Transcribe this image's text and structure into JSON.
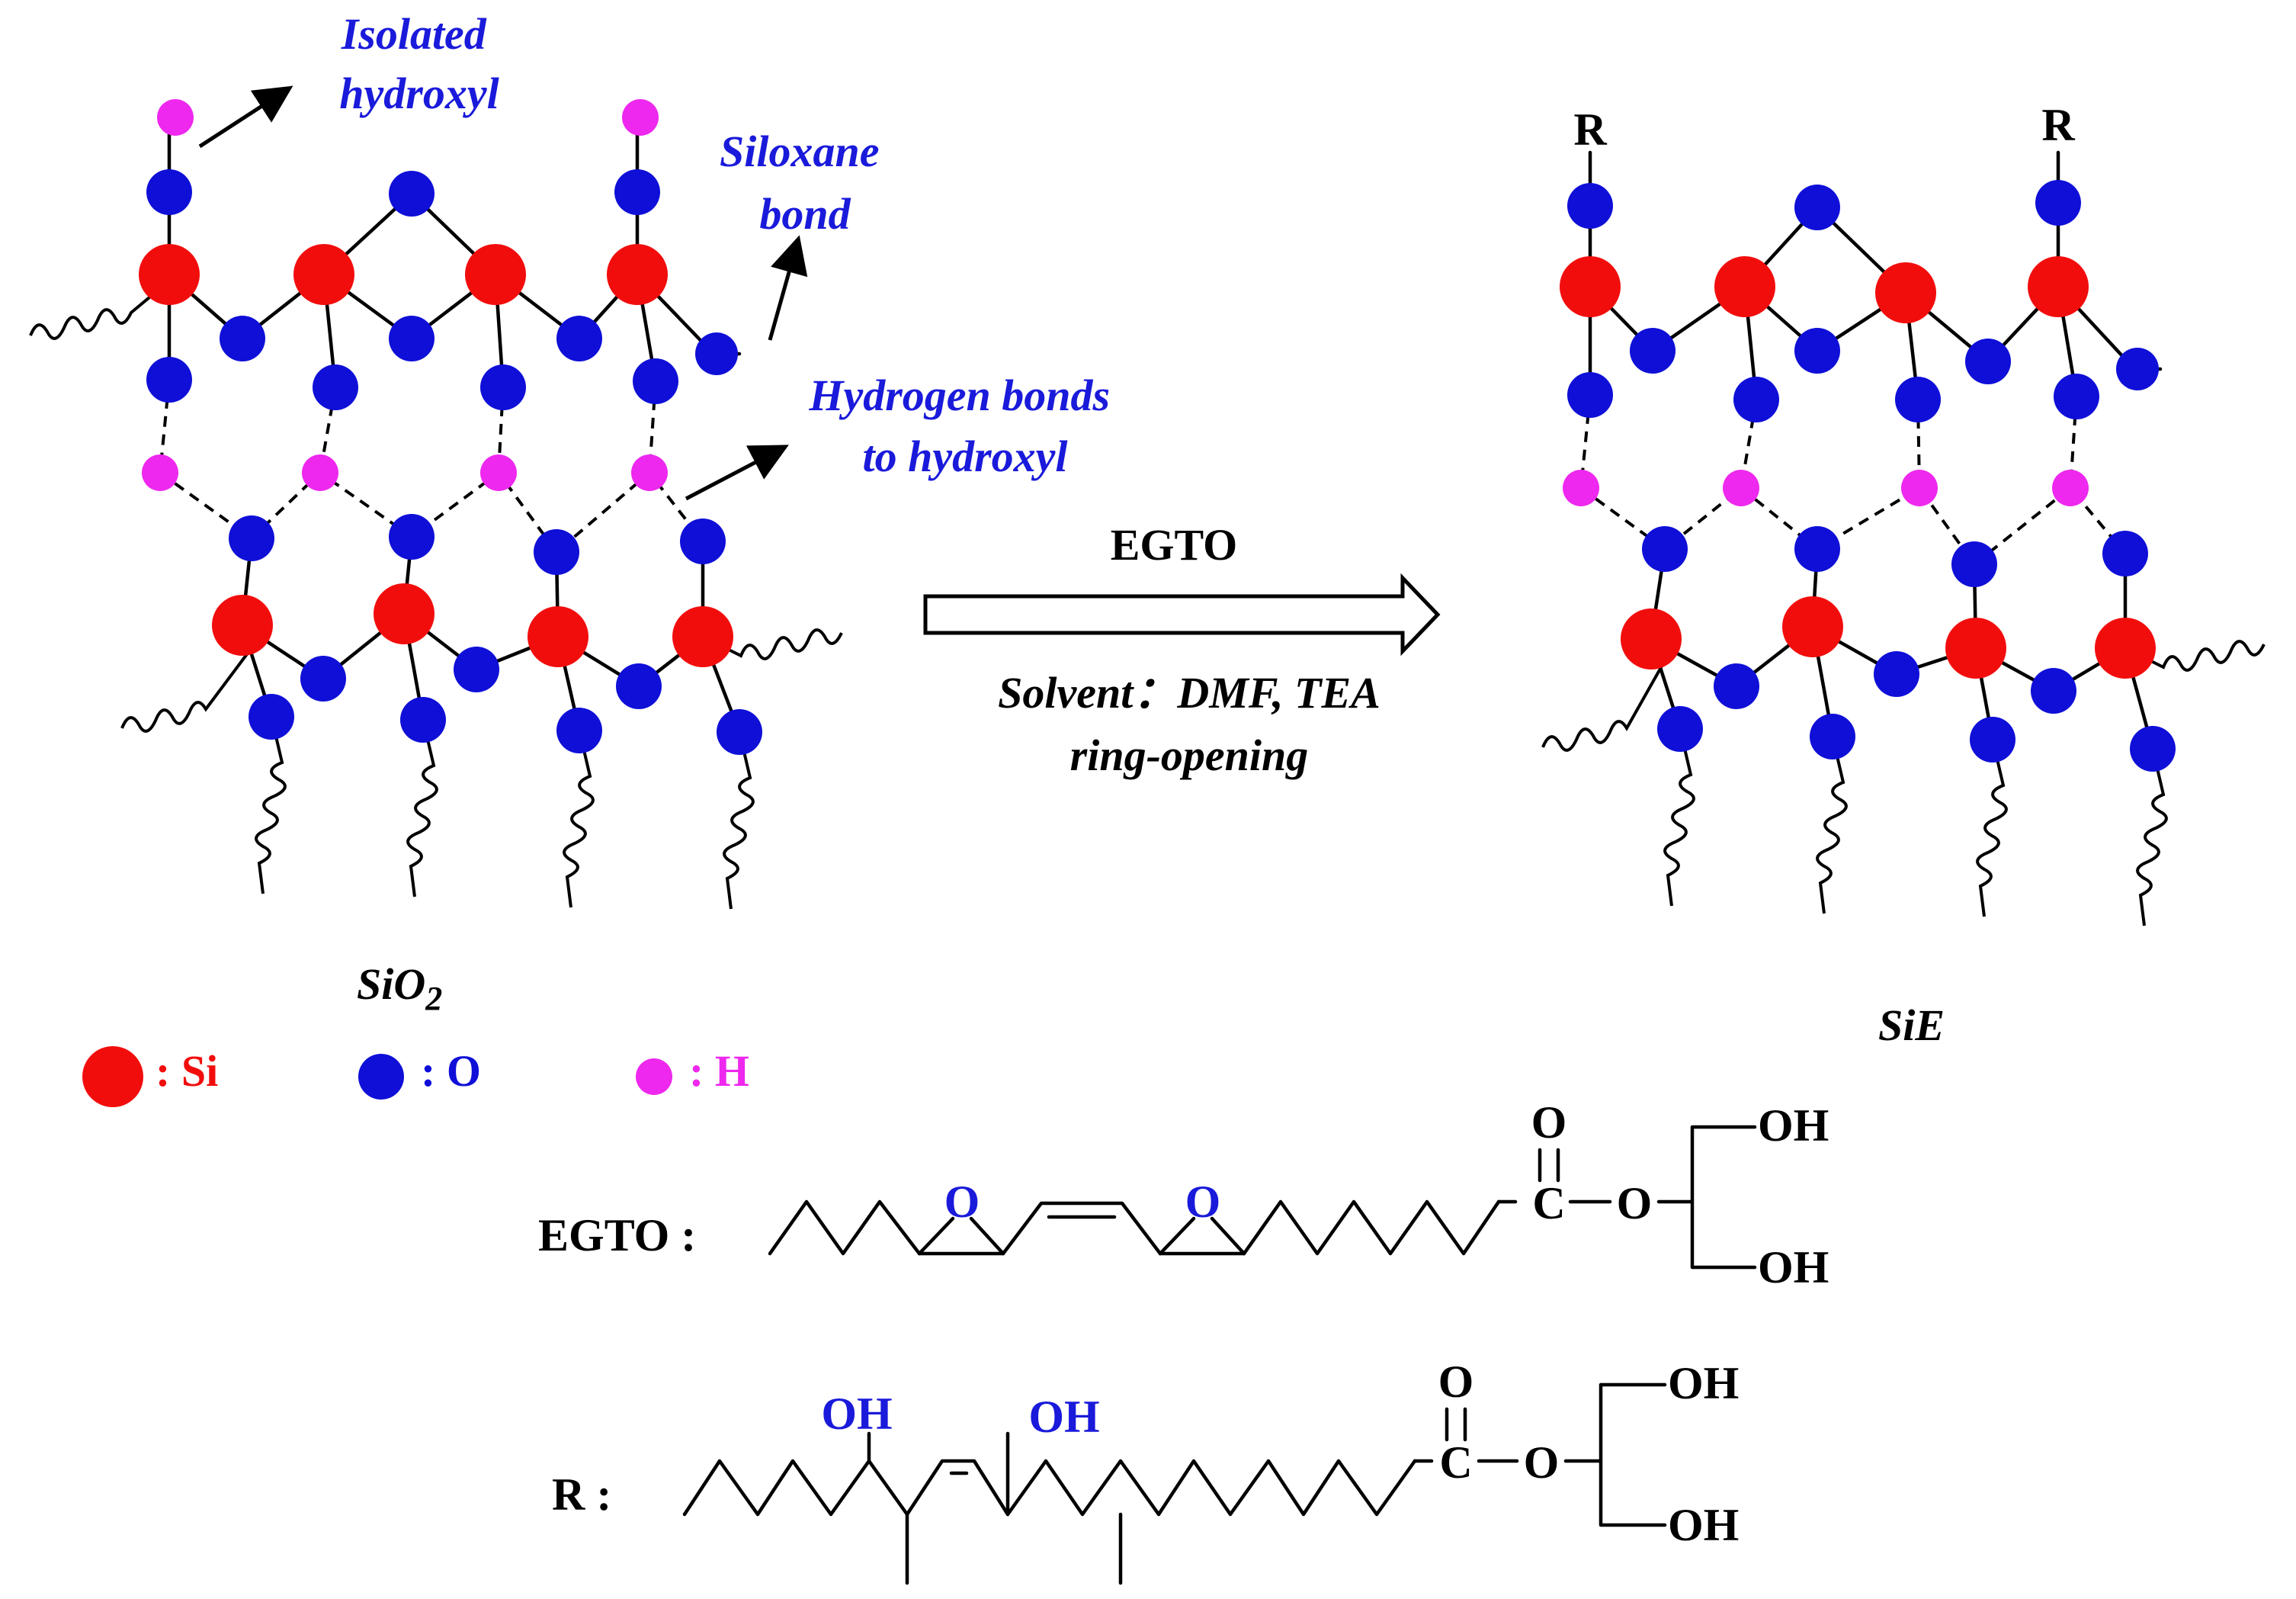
{
  "colors": {
    "si": "#f20d0d",
    "o": "#0f0fd8",
    "h": "#ee28ee",
    "label_blue": "#1a1adb"
  },
  "left": {
    "label_isolated": [
      "Isolated",
      "hydroxyl"
    ],
    "label_siloxane": [
      "Siloxane",
      "bond"
    ],
    "label_hbond": [
      "Hydrogen bonds",
      "to hydroxyl"
    ],
    "name": "SiO",
    "name_sub": "2"
  },
  "arrow": {
    "reagent": "EGTO",
    "cond1": "Solvent：DMF, TEA",
    "cond2": "ring-opening"
  },
  "right": {
    "r_label": "R",
    "name": "SiE"
  },
  "legend": {
    "si": ": Si",
    "o": ": O",
    "h": ": H"
  },
  "egto": {
    "label": "EGTO :",
    "ep_o": "O",
    "carbonyl_o": "O",
    "c": "C",
    "ester_o": "O",
    "oh": "OH"
  },
  "rstruct": {
    "label": "R :",
    "oh": "OH",
    "carbonyl_o": "O",
    "c": "C",
    "ester_o": "O"
  }
}
